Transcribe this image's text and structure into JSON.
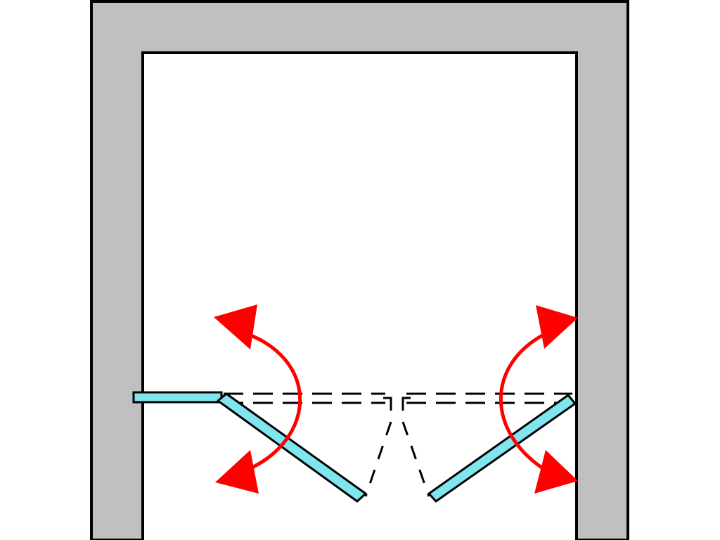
{
  "diagram": {
    "kind": "shower-enclosure-plan",
    "colors": {
      "background": "#ffffff",
      "wall": "#c0c0c0",
      "outline": "#000000",
      "glass": "#7fe6f0",
      "swing_arrow": "#ff0000"
    },
    "doors": [
      {
        "side": "left",
        "fixed_panel": true,
        "opens": "inward-and-outward"
      },
      {
        "side": "right",
        "fixed_panel": false,
        "opens": "inward-and-outward"
      }
    ]
  }
}
